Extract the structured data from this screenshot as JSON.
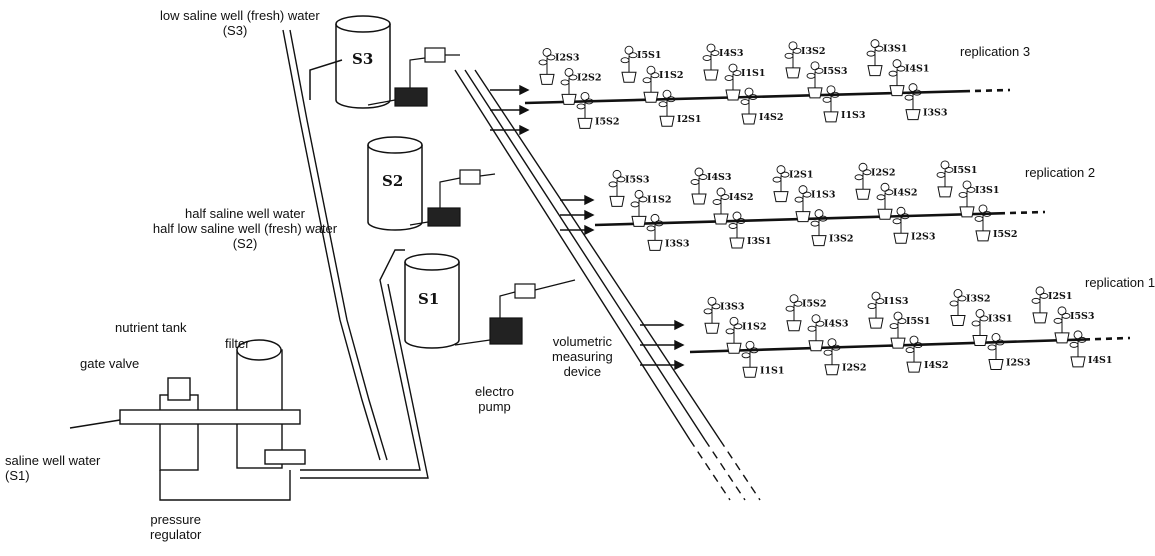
{
  "labels": {
    "low_saline": [
      "low saline well (fresh) water",
      "(S3)"
    ],
    "half_saline": [
      "half saline well water",
      "half low saline well (fresh) water",
      "(S2)"
    ],
    "saline": [
      "saline well water",
      "(S1)"
    ],
    "nutrient_tank": "nutrient tank",
    "gate_valve": "gate valve",
    "filter": "filter",
    "pressure_regulator": [
      "pressure",
      "regulator"
    ],
    "electro_pump": [
      "electro",
      "pump"
    ],
    "volumetric": [
      "volumetric",
      "measuring",
      "device"
    ]
  },
  "tanks": [
    "S3",
    "S2",
    "S1"
  ],
  "replications": [
    {
      "label": "replication 3",
      "top_plants": [
        "I2S3",
        "I5S1",
        "I4S3",
        "I3S2",
        "I3S1"
      ],
      "mid_plants": [
        "I2S2",
        "I1S2",
        "I1S1",
        "I5S3",
        "I4S1"
      ],
      "bottom_plants": [
        "I5S2",
        "I2S1",
        "I4S2",
        "I1S3",
        "I3S3"
      ]
    },
    {
      "label": "replication 2",
      "top_plants": [
        "I5S3",
        "I4S3",
        "I2S1",
        "I2S2",
        "I5S1"
      ],
      "mid_plants": [
        "I1S2",
        "I4S2",
        "I1S3",
        "I4S2",
        "I3S1"
      ],
      "bottom_plants": [
        "I3S3",
        "I3S1",
        "I3S2",
        "I2S3",
        "I5S2"
      ]
    },
    {
      "label": "replication 1",
      "top_plants": [
        "I3S3",
        "I5S2",
        "I1S3",
        "I3S2",
        "I2S1"
      ],
      "mid_plants": [
        "I1S2",
        "I4S3",
        "I5S1",
        "I3S1",
        "I5S3"
      ],
      "bottom_plants": [
        "I1S1",
        "I2S2",
        "I4S2",
        "I2S3",
        "I4S1"
      ]
    }
  ]
}
